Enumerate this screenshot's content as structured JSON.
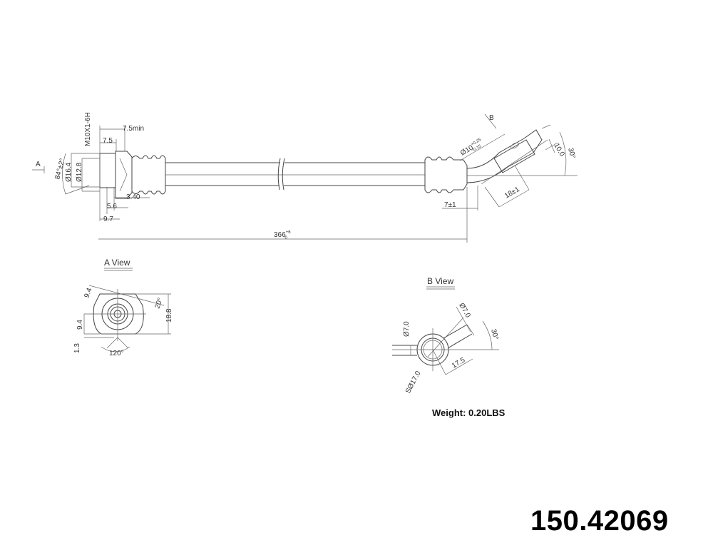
{
  "drawing": {
    "main_view": {
      "thread_spec": "M10X1-6H",
      "min_length": "7.5min",
      "nut_length": "7.5",
      "outer_diameter": "Ø16.4",
      "inner_diameter": "Ø12.8",
      "cone_angle": "84°±2°",
      "view_a_marker": "A",
      "view_b_marker": "B",
      "dim_3_40": "3.40",
      "dim_5_6": "5.6",
      "dim_9_7": "9.7",
      "overall_length": "366",
      "overall_length_tol_upper": "+6",
      "overall_length_tol_lower": "0",
      "offset": "7±1",
      "end_length": "18±1",
      "end_width": "10.0",
      "bend_angle": "30°",
      "end_diameter": "Ø10",
      "end_diameter_tol_upper": "+0.25",
      "end_diameter_tol_lower": "-0.15"
    },
    "a_view": {
      "title": "A View",
      "dim_top": "9.4",
      "angle": "20°",
      "height": "18.8",
      "dim_side": "9.4",
      "dim_bottom": "1.3",
      "bottom_angle": "120°"
    },
    "b_view": {
      "title": "B View",
      "left_diameter": "Ø7.0",
      "arm_diameter": "Ø7.0",
      "angle": "30°",
      "arm_length": "17.5",
      "sphere_diameter": "SØ17.0"
    }
  },
  "weight": "Weight: 0.20LBS",
  "part_number": "150.42069"
}
